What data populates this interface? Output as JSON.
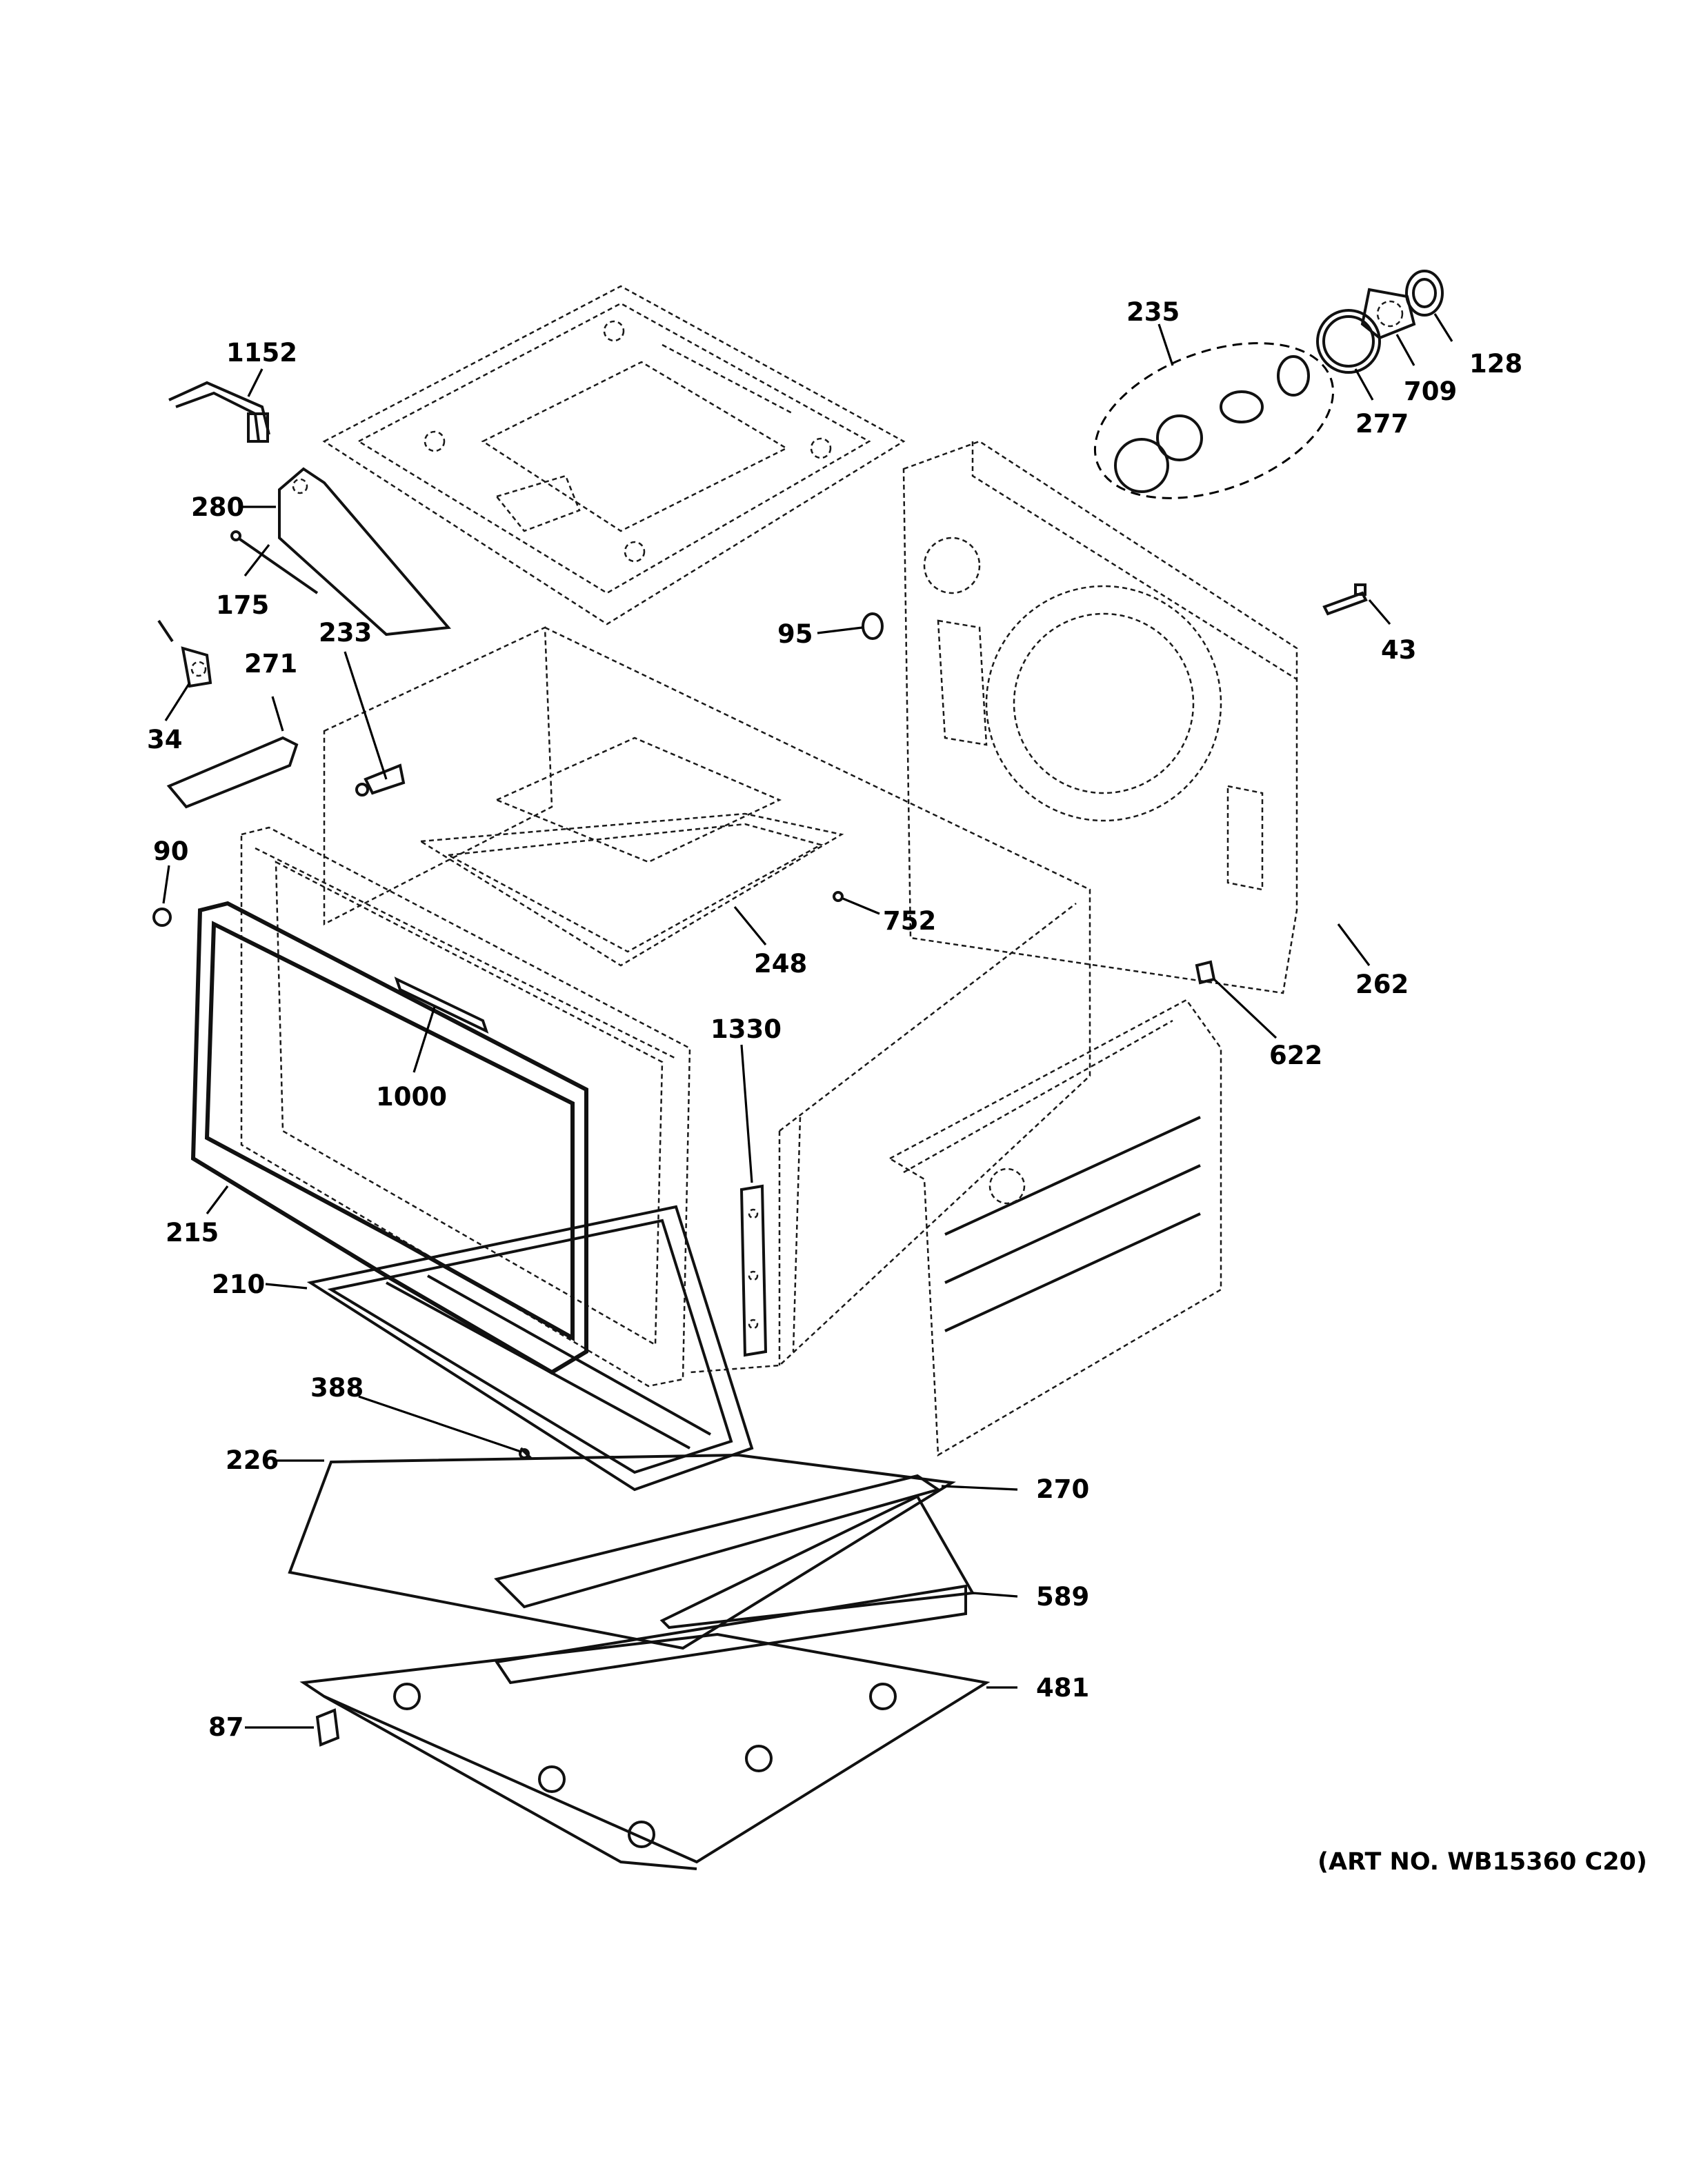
{
  "diagram": {
    "art_number": "(ART NO. WB15360 C20)",
    "callouts": {
      "c1152": "1152",
      "c280": "280",
      "c175": "175",
      "c233": "233",
      "c271": "271",
      "c34": "34",
      "c90": "90",
      "c215": "215",
      "c210": "210",
      "c1000": "1000",
      "c388": "388",
      "c226": "226",
      "c87": "87",
      "c235": "235",
      "c128": "128",
      "c709": "709",
      "c277": "277",
      "c95": "95",
      "c43": "43",
      "c752": "752",
      "c248": "248",
      "c262": "262",
      "c622": "622",
      "c1330": "1330",
      "c270": "270",
      "c589": "589",
      "c481": "481"
    }
  }
}
